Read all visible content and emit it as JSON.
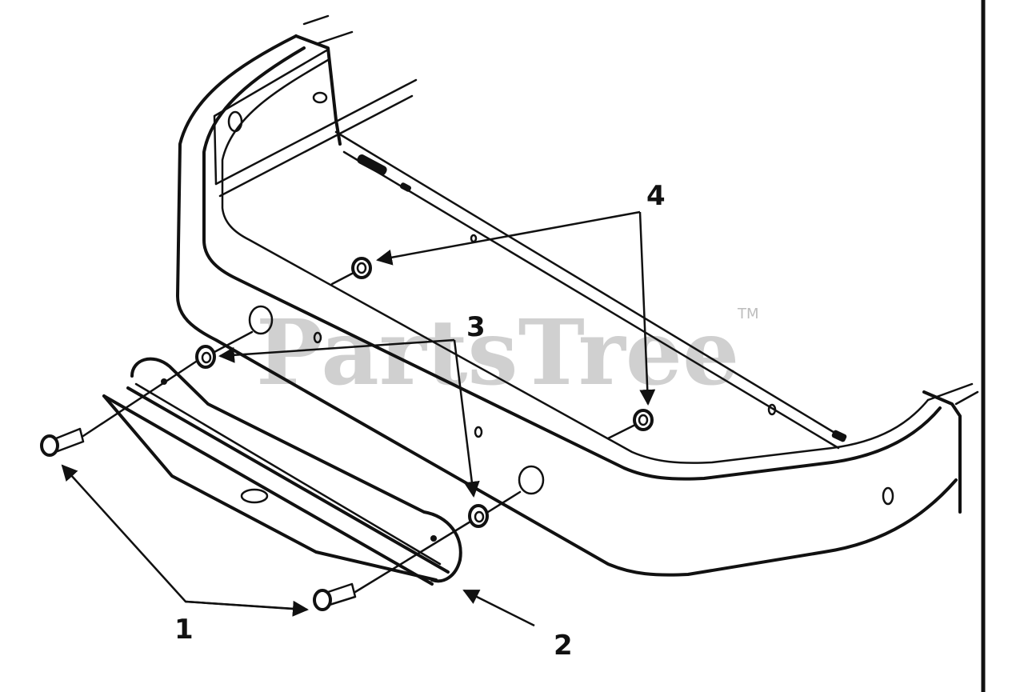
{
  "diagram": {
    "watermark": "PartsTree",
    "watermark_tm": "TM",
    "callouts": [
      {
        "id": "1",
        "label": "1"
      },
      {
        "id": "2",
        "label": "2"
      },
      {
        "id": "3",
        "label": "3"
      },
      {
        "id": "4",
        "label": "4"
      }
    ]
  }
}
